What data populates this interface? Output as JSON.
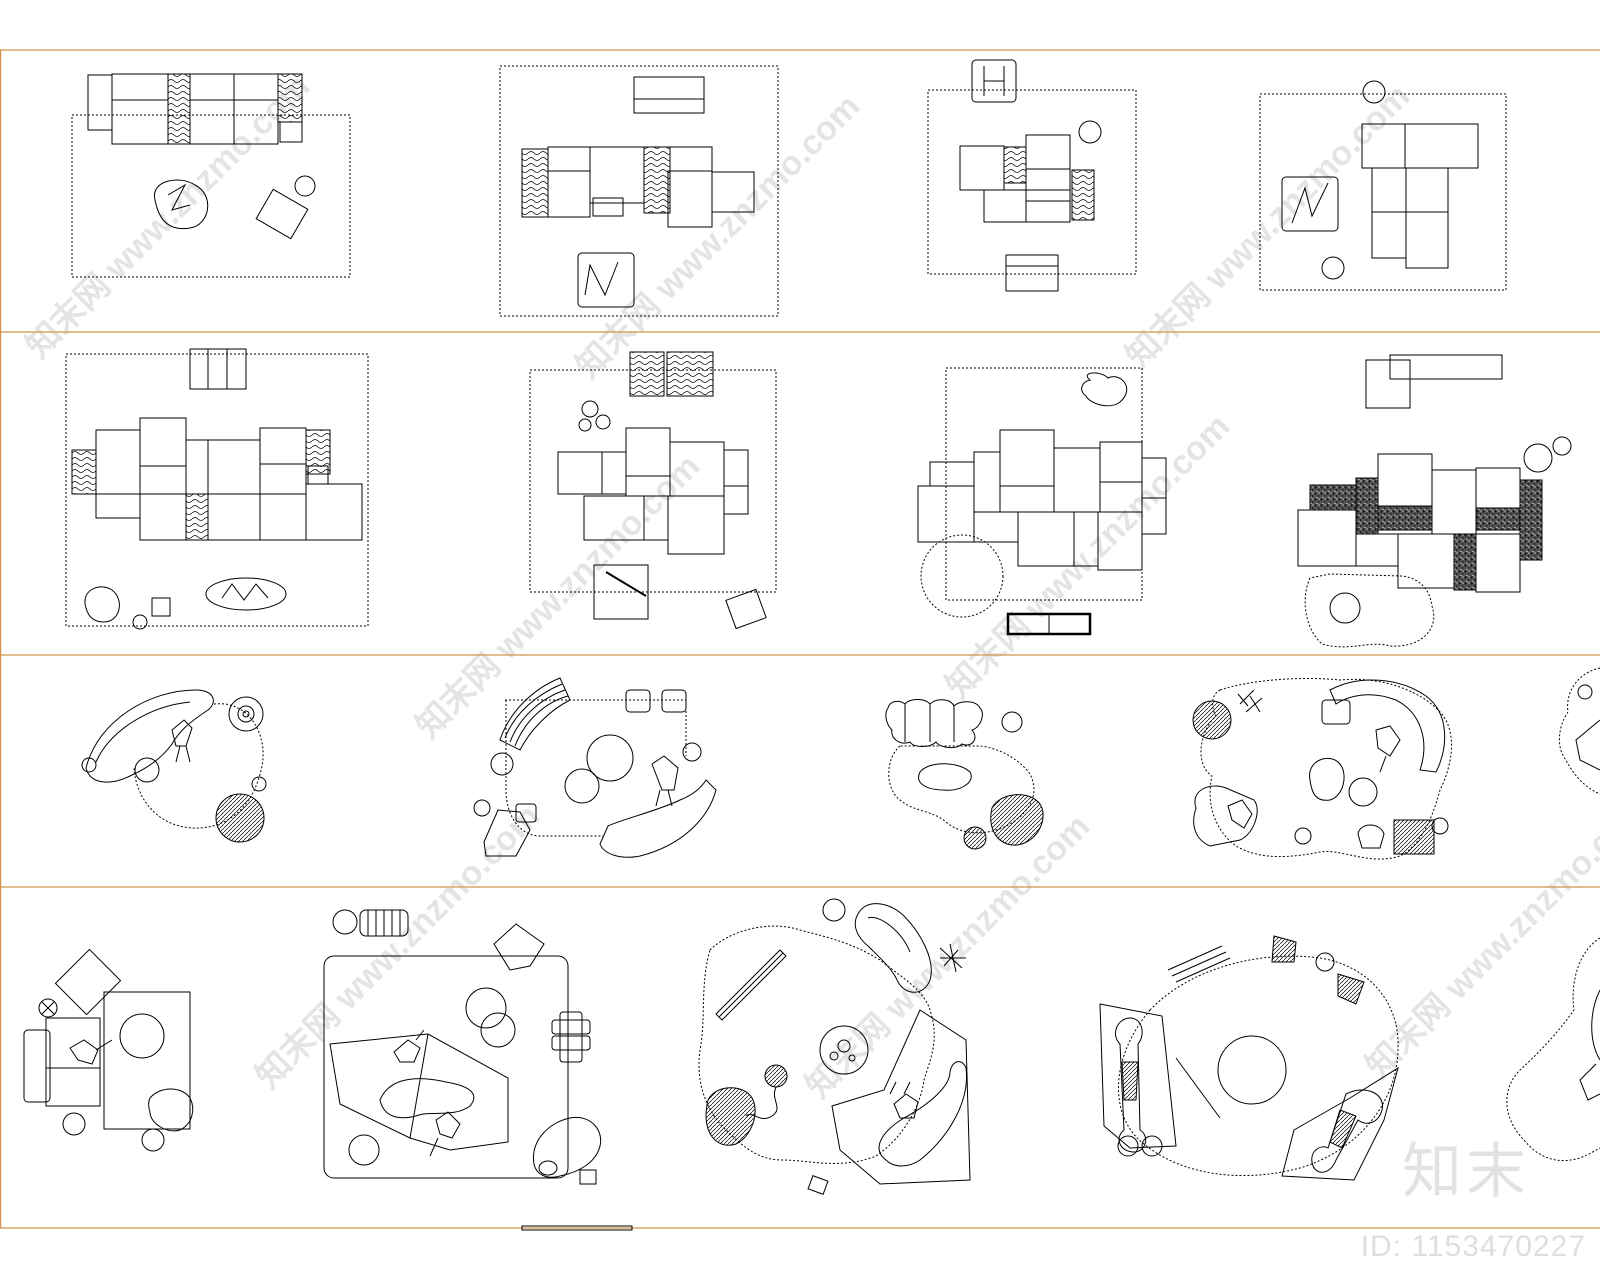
{
  "watermark": {
    "site": "www.znzmo.com",
    "logo": "知末",
    "id": "ID: 1153470227"
  },
  "colors": {
    "background": "#ffffff",
    "line": "#000000",
    "divider": "#d4924a",
    "hatch": "#222222",
    "watermark": "#e0e0e0"
  },
  "rows": [
    {
      "name": "row-sofa-layouts-1",
      "plan_count": 4
    },
    {
      "name": "row-sofa-layouts-2",
      "plan_count": 4
    },
    {
      "name": "row-lounge-clusters",
      "plan_count": 5
    },
    {
      "name": "row-lounge-rugs",
      "plan_count": 5
    }
  ]
}
